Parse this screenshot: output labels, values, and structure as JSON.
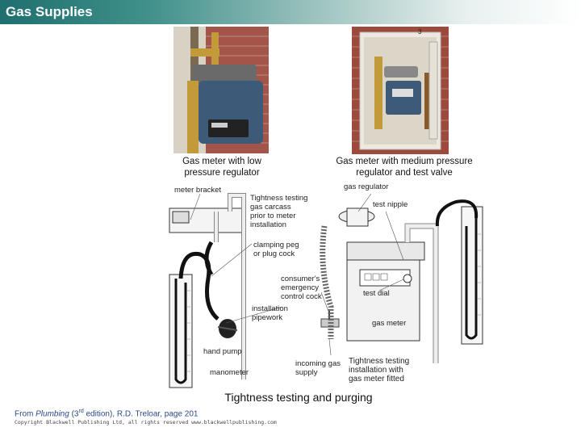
{
  "header": {
    "title": "Gas Supplies"
  },
  "photos": {
    "left": {
      "caption": "Gas meter with low\npressure regulator"
    },
    "right": {
      "caption": "Gas meter with medium pressure\nregulator and test valve",
      "corner_mark": "3"
    }
  },
  "diagram": {
    "labels": {
      "meter_bracket": "meter bracket",
      "tightness_carcass": "Tightness testing\ngas carcass\nprior to meter\ninstallation",
      "gas_regulator": "gas regulator",
      "test_nipple": "test nipple",
      "clamping_peg": "clamping peg\nor plug cock",
      "emergency_cock": "consumer's\nemergency\ncontrol cock",
      "test_dial": "test dial",
      "installation_pipework": "installation\npipework",
      "gas_meter": "gas meter",
      "hand_pump": "hand pump",
      "manometer": "manometer",
      "incoming_supply": "incoming gas\nsupply",
      "tightness_installation": "Tightness testing\ninstallation with\ngas meter fitted"
    },
    "caption": "Tightness testing and purging"
  },
  "footer": {
    "source_prefix": "From ",
    "source_title": "Plumbing",
    "source_edition_num": " (3",
    "source_edition_sup": "rd",
    "source_rest": " edition), R.D. Treloar, page 201",
    "copyright": "Copyright Blackwell Publishing Ltd, all rights reserved  www.blackwellpublishing.com"
  },
  "colors": {
    "header_start": "#1f6f6f",
    "brick": "#9c4a3c",
    "meter_blue": "#3d5a78",
    "pipe_brass": "#c29a3a"
  }
}
